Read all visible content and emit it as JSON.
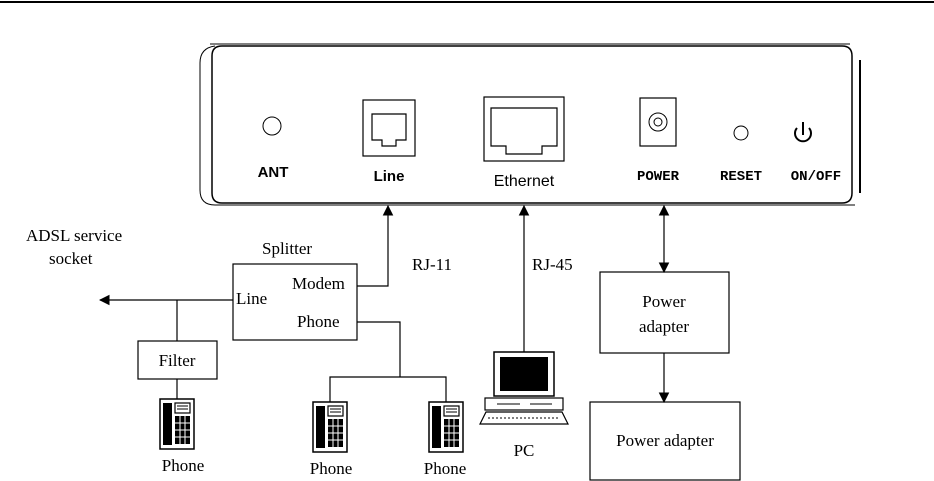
{
  "device": {
    "ports": {
      "ant": "ANT",
      "line": "Line",
      "ethernet": "Ethernet",
      "power": "POWER",
      "reset": "RESET",
      "on_off": "ON/OFF"
    }
  },
  "labels": {
    "adsl_socket_line1": "ADSL service",
    "adsl_socket_line2": "socket",
    "splitter": "Splitter",
    "splitter_line": "Line",
    "splitter_modem": "Modem",
    "splitter_phone": "Phone",
    "rj11": "RJ-11",
    "rj45": "RJ-45",
    "filter": "Filter",
    "phone_1": "Phone",
    "phone_2": "Phone",
    "phone_3": "Phone",
    "pc": "PC",
    "power_adapter_1_line1": "Power",
    "power_adapter_1_line2": "adapter",
    "power_adapter_2": "Power adapter"
  }
}
